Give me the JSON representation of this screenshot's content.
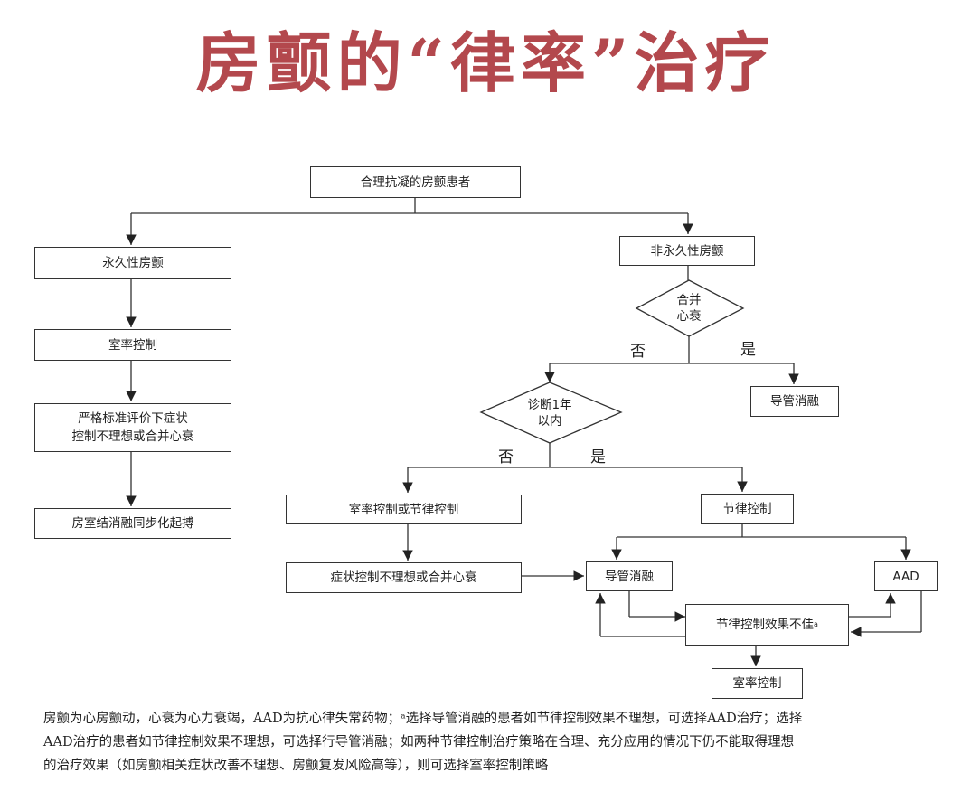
{
  "title": "房颤的“律率”治疗",
  "nodes": {
    "start": "合理抗凝的房颤患者",
    "permanent": "永久性房颤",
    "rate_control_left": "室率控制",
    "strict_eval_line1": "严格标准评价下症状",
    "strict_eval_line2": "控制不理想或合并心衰",
    "ablation_pacing": "房室结消融同步化起搏",
    "non_permanent": "非永久性房颤",
    "heart_failure_q_line1": "合并",
    "heart_failure_q_line2": "心衰",
    "ablation_yes": "导管消融",
    "diagnosis_q_line1": "诊断1年",
    "diagnosis_q_line2": "以内",
    "rate_or_rhythm": "室率控制或节律控制",
    "rhythm_control": "节律控制",
    "symptom_poor": "症状控制不理想或合并心衰",
    "catheter_ablation": "导管消融",
    "aad": "AAD",
    "rhythm_poor": "节律控制效果不佳",
    "rhythm_poor_sup": "a",
    "rate_control_final": "室率控制"
  },
  "edge_labels": {
    "hf_no": "否",
    "hf_yes": "是",
    "dx_no": "否",
    "dx_yes": "是"
  },
  "footnote": {
    "line1": "房颤为心房颤动，心衰为心力衰竭，AAD为抗心律失常药物；ᵃ选择导管消融的患者如节律控制效果不理想，可选择AAD治疗；选择",
    "line2": "AAD治疗的患者如节律控制效果不理想，可选择行导管消融；如两种节律控制治疗策略在合理、充分应用的情况下仍不能取得理想",
    "line3": "的治疗效果（如房颤相关症状改善不理想、房颤复发风险高等），则可选择室率控制策略"
  },
  "colors": {
    "title": "#b3484d",
    "line": "#333333"
  }
}
